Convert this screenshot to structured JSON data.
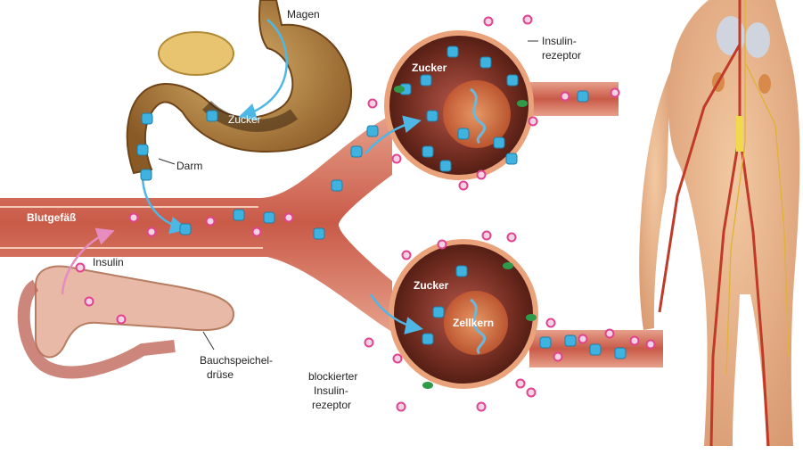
{
  "labels": {
    "magen": "Magen",
    "zucker_stomach": "Zucker",
    "darm": "Darm",
    "blutgefaess": "Blutgefäß",
    "insulin": "Insulin",
    "bauchspeicheldruese_1": "Bauchspeichel-",
    "bauchspeicheldruese_2": "drüse",
    "insulinrezeptor_1": "Insulin-",
    "insulinrezeptor_2": "rezeptor",
    "zucker_cell_top": "Zucker",
    "zucker_cell_bottom": "Zucker",
    "zellkern": "Zellkern",
    "blockierter_1": "blockierter",
    "blockierter_2": "Insulin-",
    "blockierter_3": "rezeptor"
  },
  "colors": {
    "vessel": "#c8584a",
    "vessel_light": "#f0b8a4",
    "cell": "#7a2e22",
    "cell_rim": "#e9a27a",
    "sugar": "#3fb2e0",
    "insulin": "#e0448f",
    "receptor": "#2f9a4a",
    "body_skin": "#e6b48c",
    "arrow": "#4fb7e6"
  }
}
